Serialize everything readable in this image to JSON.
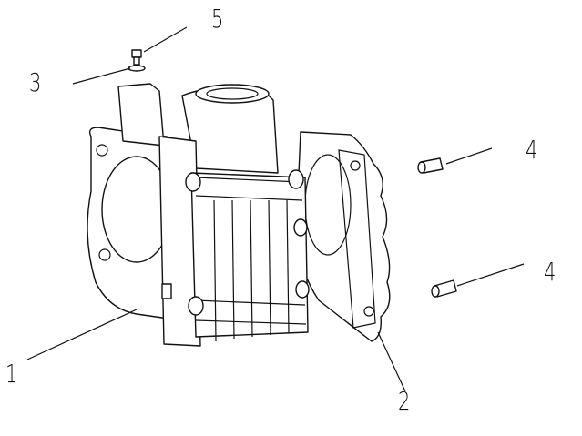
{
  "diagram": {
    "type": "exploded-parts-drawing",
    "callouts": [
      {
        "id": "label-1",
        "text": "1"
      },
      {
        "id": "label-2",
        "text": "2"
      },
      {
        "id": "label-3",
        "text": "3"
      },
      {
        "id": "label-4a",
        "text": "4"
      },
      {
        "id": "label-4b",
        "text": "4"
      },
      {
        "id": "label-5",
        "text": "5"
      }
    ]
  }
}
